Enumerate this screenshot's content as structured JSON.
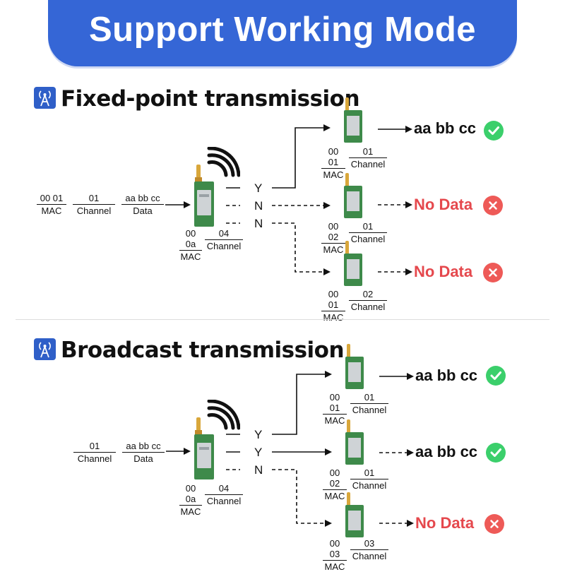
{
  "header": {
    "title": "Support Working Mode"
  },
  "colors": {
    "banner": "#3566d6",
    "no_data": "#e5484d",
    "check": "#3bcf6b",
    "cross": "#ee5a57"
  },
  "fixed": {
    "title": "Fixed-point transmission",
    "input": {
      "mac_value": "00 01",
      "mac_label": "MAC",
      "channel_value": "01",
      "channel_label": "Channel",
      "data_value": "aa bb cc",
      "data_label": "Data"
    },
    "sender": {
      "mac_value": "00 0a",
      "mac_label": "MAC",
      "channel_value": "04",
      "channel_label": "Channel"
    },
    "branches": [
      "Y",
      "N",
      "N"
    ],
    "receivers": [
      {
        "mac_value": "00 01",
        "mac_label": "MAC",
        "channel_value": "01",
        "channel_label": "Channel",
        "result": "aa bb cc",
        "status": "check-icon"
      },
      {
        "mac_value": "00 02",
        "mac_label": "MAC",
        "channel_value": "01",
        "channel_label": "Channel",
        "result": "No Data",
        "status": "cross-icon"
      },
      {
        "mac_value": "00 01",
        "mac_label": "MAC",
        "channel_value": "02",
        "channel_label": "Channel",
        "result": "No Data",
        "status": "cross-icon"
      }
    ]
  },
  "broadcast": {
    "title": "Broadcast transmission",
    "input": {
      "channel_value": "01",
      "channel_label": "Channel",
      "data_value": "aa bb cc",
      "data_label": "Data"
    },
    "sender": {
      "mac_value": "00 0a",
      "mac_label": "MAC",
      "channel_value": "04",
      "channel_label": "Channel"
    },
    "branches": [
      "Y",
      "Y",
      "N"
    ],
    "receivers": [
      {
        "mac_value": "00 01",
        "mac_label": "MAC",
        "channel_value": "01",
        "channel_label": "Channel",
        "result": "aa bb cc",
        "status": "check-icon"
      },
      {
        "mac_value": "00 02",
        "mac_label": "MAC",
        "channel_value": "01",
        "channel_label": "Channel",
        "result": "aa bb cc",
        "status": "check-icon"
      },
      {
        "mac_value": "00 03",
        "mac_label": "MAC",
        "channel_value": "03",
        "channel_label": "Channel",
        "result": "No Data",
        "status": "cross-icon"
      }
    ]
  }
}
